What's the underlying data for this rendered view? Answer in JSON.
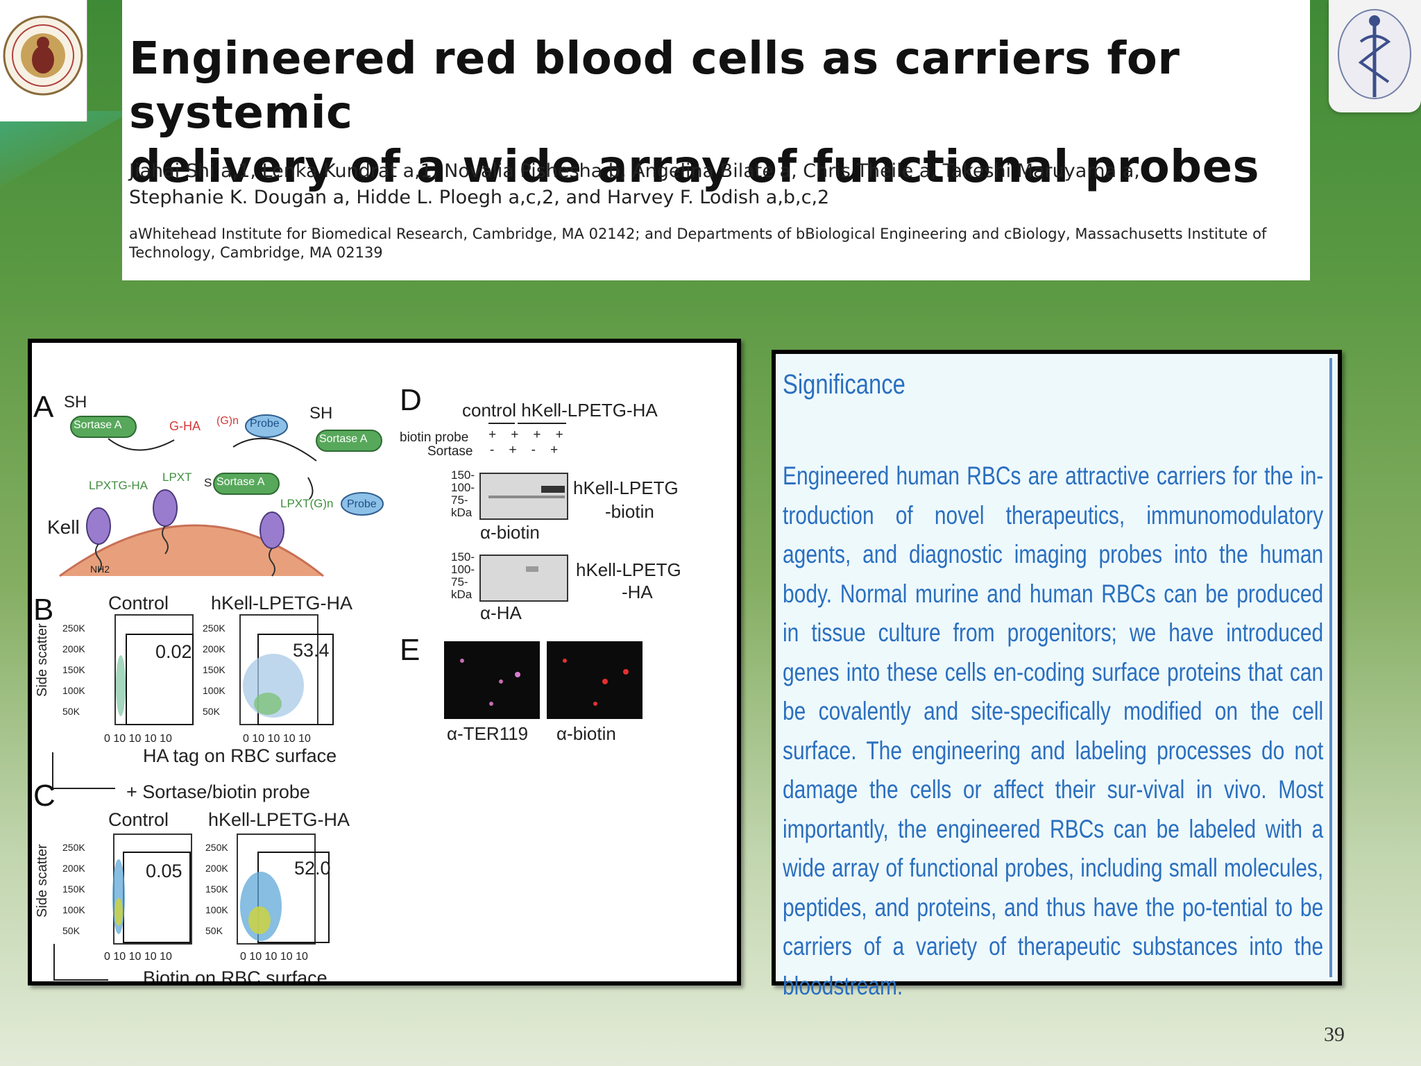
{
  "header": {
    "title_line1": "Engineered red blood cells as carriers for systemic",
    "title_line2": "delivery of a wide array of functional probes",
    "authors_line1": "Jiahai Shi a,1, Lenka Kundrat a,1, Novalia Pishesha b, Angelina Bilate a, Chris Theile a, Takeshi Maruyama a,",
    "authors_line2": "Stephanie K. Dougan a, Hidde L. Ploegh a,c,2, and Harvey F. Lodish a,b,c,2",
    "affil_line1": "aWhitehead Institute for Biomedical Research, Cambridge, MA 02142; and Departments of bBiological Engineering and cBiology, Massachusetts Institute of",
    "affil_line2": "Technology, Cambridge, MA 02139"
  },
  "figure": {
    "panel_a": {
      "letter": "A",
      "sh1": "SH",
      "sortase1": "Sortase A",
      "gha": "G-HA",
      "gn": "(G)n",
      "probe1": "Probe",
      "sh2": "SH",
      "sortase2": "Sortase A",
      "lpxtgha": "LPXTG-HA",
      "lpxt": "LPXT",
      "s": "S",
      "sortase3": "Sortase A",
      "lpxtgn": "LPXT(G)n",
      "probe2": "Probe",
      "kell": "Kell",
      "nh2": "NH2"
    },
    "panel_b": {
      "letter": "B",
      "control": "Control",
      "hkell": "hKell-LPETG-HA",
      "yaxis": "Side scatter",
      "ticks_y": [
        "250K",
        "200K",
        "150K",
        "100K",
        "50K"
      ],
      "ticks_x": "0 10  10  10  10",
      "gate1": "0.02",
      "gate2": "53.4",
      "xaxis": "HA tag on RBC surface"
    },
    "panel_c": {
      "letter": "C",
      "condition": "+ Sortase/biotin probe",
      "control": "Control",
      "hkell": "hKell-LPETG-HA",
      "yaxis": "Side scatter",
      "ticks_y": [
        "250K",
        "200K",
        "150K",
        "100K",
        "50K"
      ],
      "ticks_x": "0 10  10  10  10",
      "gate1": "0.05",
      "gate2": "52.0",
      "xaxis": "Biotin on RBC surface"
    },
    "panel_d": {
      "letter": "D",
      "header": "control hKell-LPETG-HA",
      "row1_label": "biotin probe",
      "row1_signs": "+    +    +    +",
      "row2_label": "Sortase",
      "row2_signs": "-    +    -    +",
      "ladder": [
        "150-",
        "100-",
        "75-",
        "kDa"
      ],
      "blot1_label_a": "hKell-LPETG",
      "blot1_label_b": "-biotin",
      "blot1_stain": "α-biotin",
      "blot2_label_a": "hKell-LPETG",
      "blot2_label_b": "-HA",
      "blot2_stain": "α-HA"
    },
    "panel_e": {
      "letter": "E",
      "stain1": "α-TER119",
      "stain2": "α-biotin"
    }
  },
  "significance": {
    "heading": "Significance",
    "body": "Engineered human RBCs are attractive carriers for the in-troduction of novel therapeutics, immunomodulatory agents, and diagnostic imaging probes into the human body. Normal murine and human RBCs can be produced in tissue culture from progenitors; we have introduced genes into these cells en-coding surface proteins that can be covalently and site-specifically modified on the cell surface. The engineering and labeling processes do not damage the cells or affect their sur-vival in vivo. Most importantly, the engineered RBCs can be labeled with a wide array of functional probes, including small molecules, peptides, and proteins, and thus have the po-tential to be carriers of a variety of therapeutic substances into the bloodstream."
  },
  "slide_number": "39"
}
